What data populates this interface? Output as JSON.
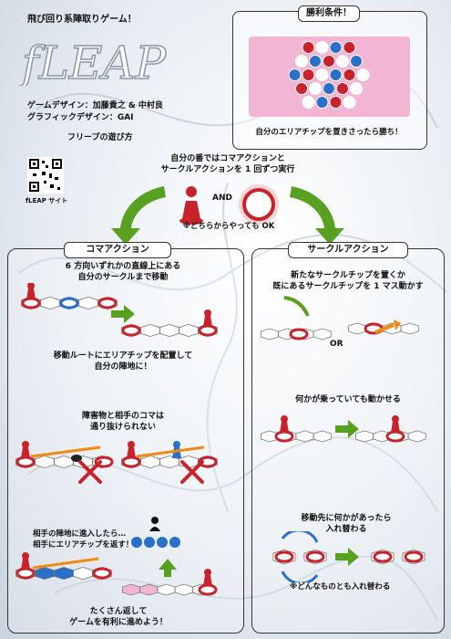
{
  "tagline": "飛び回り系陣取りゲーム！",
  "logo_text": "fLEAP",
  "credits": {
    "game_design": "ゲームデザイン：加藤貴之 & 中村良",
    "graphic_design": "グラフィックデザイン：GAI"
  },
  "how_to_play": "フリープの遊び方",
  "qr_label": "fLEAP サイト",
  "victory": {
    "title": "勝利条件！",
    "caption": "自分のエリアチップを置きさったら勝ち！"
  },
  "turn": {
    "text_line1": "自分の番ではコマアクションと",
    "text_line2": "サークルアクションを 1 回ずつ実行",
    "and": "AND",
    "either_order": "※どちらからやっても OK"
  },
  "koma": {
    "title": "コマアクション",
    "move_line1": "6 方向いずれかの直線上にある",
    "move_line2": "自分のサークルまで移動",
    "area_line1": "移動ルートにエリアチップを配置して",
    "area_line2": "自分の陣地に！",
    "block_line1": "障害物と相手のコマは",
    "block_line2": "通り抜けられない",
    "enemy_line1": "相手の陣地に進入したら…",
    "enemy_line2": "相手にエリアチップを返す！",
    "many_line1": "たくさん返して",
    "many_line2": "ゲームを有利に進めよう！"
  },
  "circle": {
    "title": "サークルアクション",
    "place_line1": "新たなサークルチップを置くか",
    "place_line2": "既にあるサークルチップを 1 マス動かす",
    "or": "OR",
    "anything": "何かが乗っていても動かせる",
    "swap_line1": "移動先に何かがあったら",
    "swap_line2": "入れ替わる",
    "swap_note": "※どんなものとも入れ替わる"
  },
  "colors": {
    "red": "#c8222c",
    "blue": "#2a6fc9",
    "green": "#5aa020",
    "orange": "#f08a16",
    "pink": "#f2b6d3"
  }
}
